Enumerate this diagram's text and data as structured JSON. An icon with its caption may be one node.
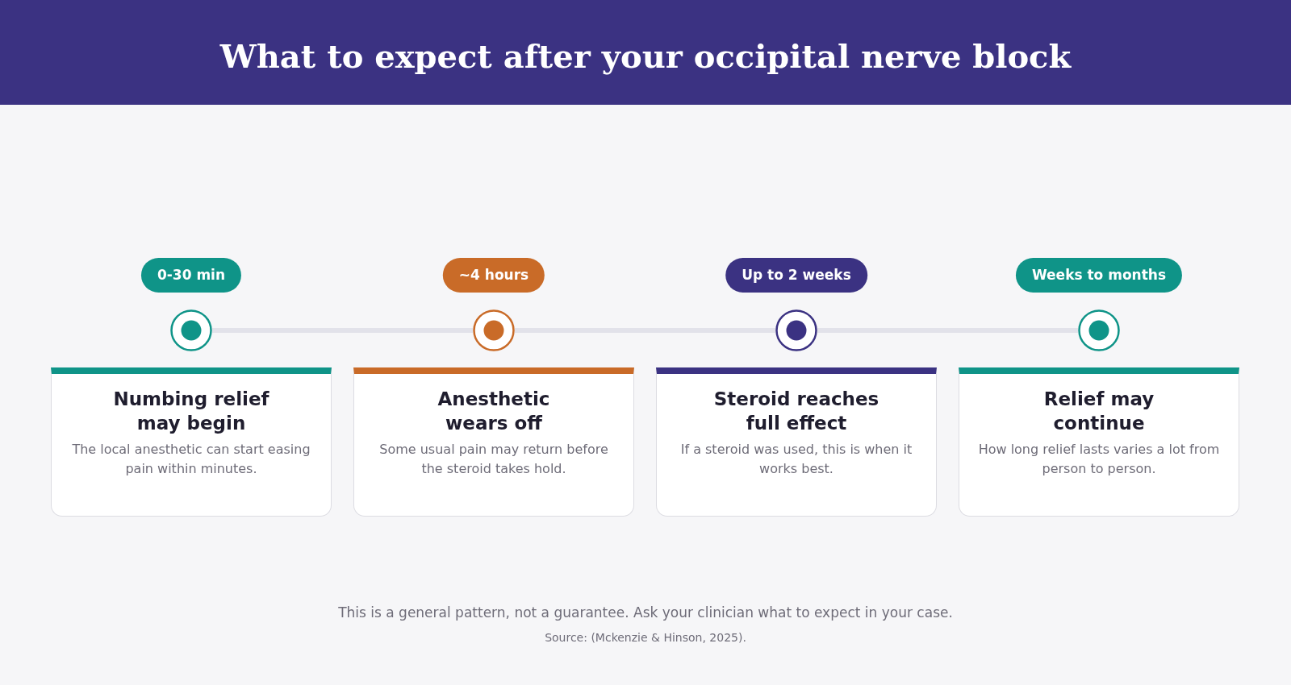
{
  "diagram": {
    "title": "What to expect after your occipital nerve block",
    "nodes": [
      {
        "text": [
          "0-30 min"
        ]
      },
      {
        "text": [
          "~4 hours"
        ]
      },
      {
        "text": [
          "Up to 2 weeks"
        ]
      },
      {
        "text": [
          "Weeks to months"
        ]
      },
      {
        "text": [],
        "shape": "circle"
      },
      {
        "text": [],
        "shape": "circle"
      },
      {
        "text": [],
        "shape": "circle"
      },
      {
        "text": [],
        "shape": "circle"
      },
      {
        "text": [
          "Numbing relief may begin",
          "The local anesthetic can start easing pain within minutes."
        ]
      },
      {
        "text": [
          "Anesthetic wears off",
          "Some usual pain may return before the steroid takes hold."
        ]
      },
      {
        "text": [
          "Steroid reaches full effect",
          "If a steroid was used, this is when it works best."
        ]
      },
      {
        "text": [
          "Relief may continue",
          "How long relief lasts varies a lot from person to person."
        ]
      }
    ],
    "edges": [
      {
        "from": 4,
        "to": 5,
        "arrow": "none"
      },
      {
        "from": 5,
        "to": 6,
        "arrow": "none"
      },
      {
        "from": 6,
        "to": 7,
        "arrow": "none"
      }
    ],
    "labels": [
      "This is a general pattern, not a guarantee. Ask your clinician what to expect in your case.",
      "Source: (Mckenzie & Hinson, 2025)."
    ]
  }
}
